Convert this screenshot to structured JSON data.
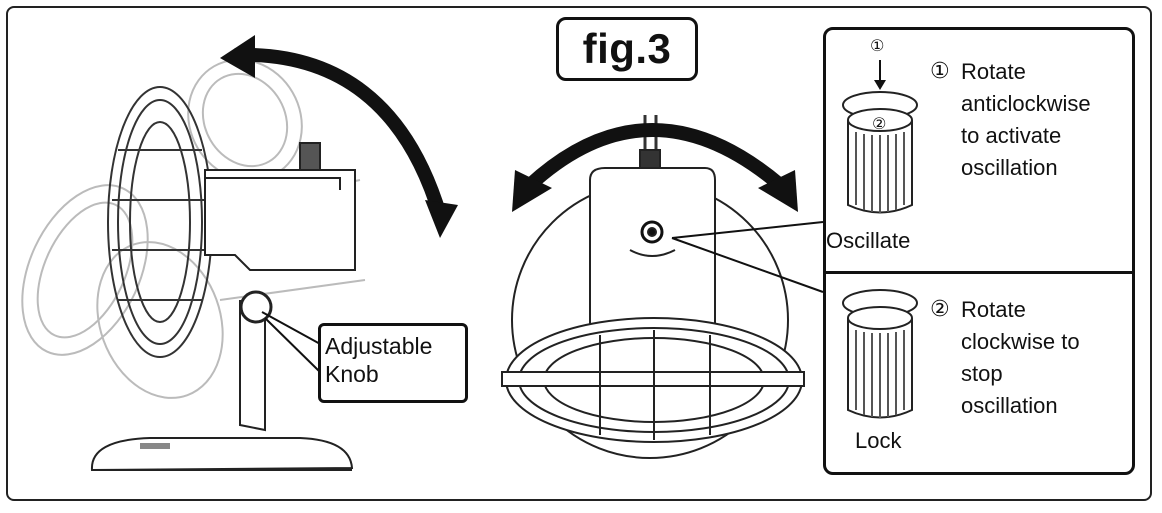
{
  "figure_label": "fig.3",
  "side_view": {
    "knob_callout": [
      "Adjustable",
      "Knob"
    ]
  },
  "steps": [
    {
      "marker": "①",
      "lines": [
        "Rotate",
        "anticlockwise",
        "to activate",
        "oscillation"
      ],
      "caption": "Oscillate",
      "arrow_marker": "①",
      "knob_marker": "②"
    },
    {
      "marker": "②",
      "lines": [
        "Rotate",
        "clockwise to",
        "stop",
        "oscillation"
      ],
      "caption": "Lock"
    }
  ]
}
